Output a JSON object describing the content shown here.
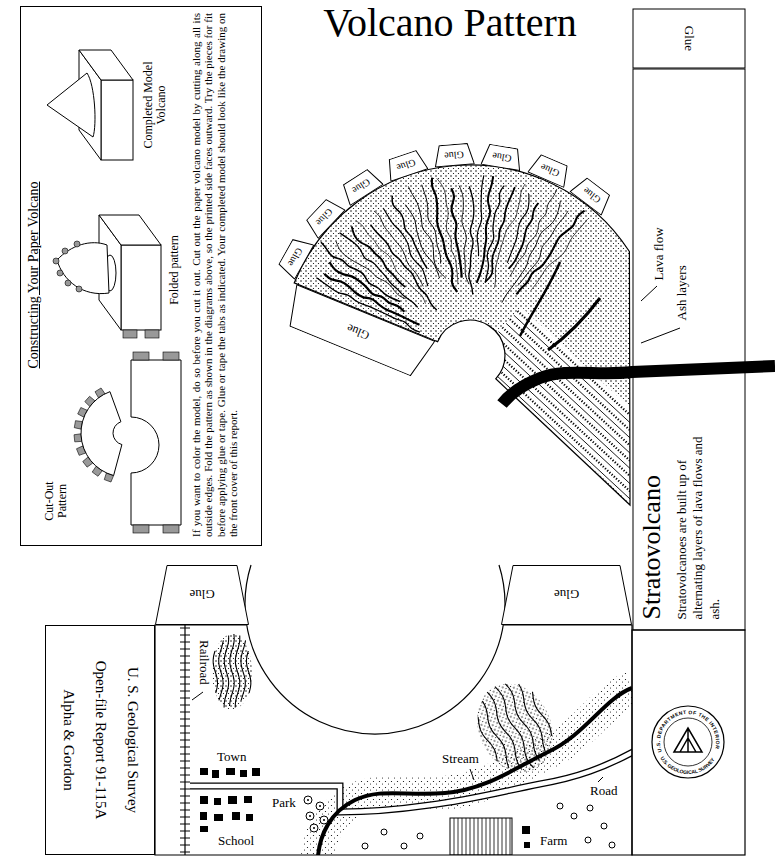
{
  "diagram": {
    "title": "Volcano Pattern",
    "nodes": [
      {
        "text": [
          "Constructing Your Paper Volcano",
          "Cut-Out Pattern",
          "Folded pattern",
          "Completed Model Volcano",
          "If you want to color the model, do so before you cut it out. Cut out the paper volcano model by cutting along all its outside edges. Fold the pattern as shown in the diagrams above, so the printed side faces outward. Try the pieces for fit before applying glue or tape. Glue or tape the tabs as indicated. Your completed model should look like the drawing on the front cover of this report."
        ]
      },
      {
        "text": [
          "Glue"
        ]
      },
      {
        "text": [
          "Glue"
        ]
      },
      {
        "text": [
          "Glue"
        ]
      },
      {
        "text": [
          "Glue"
        ]
      },
      {
        "text": [
          "Glue"
        ]
      },
      {
        "text": [
          "Glue"
        ]
      },
      {
        "text": [
          "Glue"
        ]
      },
      {
        "text": [
          "Glue"
        ]
      },
      {
        "text": [
          "Glue"
        ]
      },
      {
        "text": [
          "Glue"
        ]
      },
      {
        "text": [
          "Stratovolcano",
          "Stratovolcanoes are built up of alternating layers of lava flows and ash."
        ]
      },
      {
        "text": [
          "Glue"
        ]
      },
      {
        "text": [
          "Glue"
        ]
      },
      {
        "text": [
          "U. S. Geological Survey",
          "Open-file Report 91-115A",
          "Alpha & Gordon"
        ]
      }
    ],
    "labels": [
      "Lava flow",
      "Ash layers",
      "Railroad",
      "Town",
      "Stream",
      "Road",
      "Park",
      "School",
      "Farm",
      "U.S. DEPARTMENT OF THE INTERIOR",
      "U.S. GEOLOGICAL SURVEY"
    ]
  }
}
